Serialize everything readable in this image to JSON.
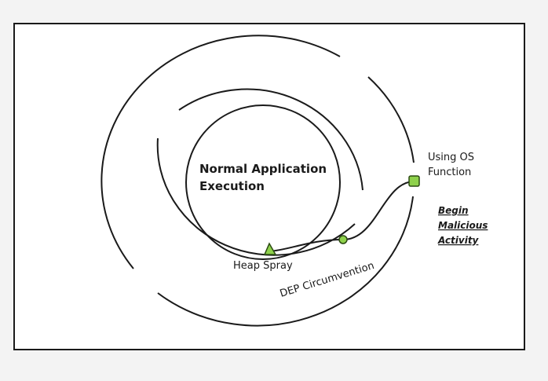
{
  "diagram": {
    "center_label": [
      "Normal Application",
      "Execution"
    ],
    "heap_spray_label": "Heap Spray",
    "dep_label": "DEP Circumvention",
    "os_label": [
      "Using OS",
      "Function"
    ],
    "malicious_label": [
      "Begin",
      "Malicious",
      "Activity"
    ]
  },
  "colors": {
    "background": "#f3f3f3",
    "panel": "#ffffff",
    "stroke": "#1a1a1a",
    "marker_fill": "#8ed14b",
    "marker_stroke": "#2b4a12"
  }
}
